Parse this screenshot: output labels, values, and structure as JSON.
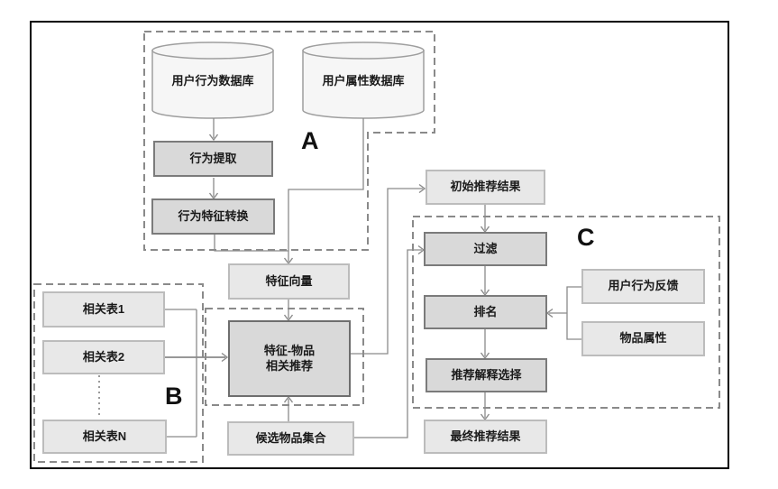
{
  "nodes": {
    "user_behavior_db": "用户行为数据库",
    "user_attr_db": "用户属性数据库",
    "behavior_extract": "行为提取",
    "behavior_feature_convert": "行为特征转换",
    "feature_vector": "特征向量",
    "related_table_1": "相关表1",
    "related_table_2": "相关表2",
    "related_table_n": "相关表N",
    "feature_item_line1": "特征-物品",
    "feature_item_line2": "相关推荐",
    "candidate_items": "候选物品集合",
    "initial_results": "初始推荐结果",
    "filter": "过滤",
    "rank": "排名",
    "explain_select": "推荐解释选择",
    "final_results": "最终推荐结果",
    "user_feedback": "用户行为反馈",
    "item_attrs": "物品属性"
  },
  "labels": {
    "a": "A",
    "b": "B",
    "c": "C"
  },
  "colors": {
    "frame": "#000000",
    "line": "#8a8a8a",
    "proc_fill": "#d9d9d9",
    "proc_border": "#7b7b7b",
    "light_fill": "#e8e8e8",
    "light_border": "#bcbcbc",
    "cylinder_fill": "#f6f6f6"
  }
}
